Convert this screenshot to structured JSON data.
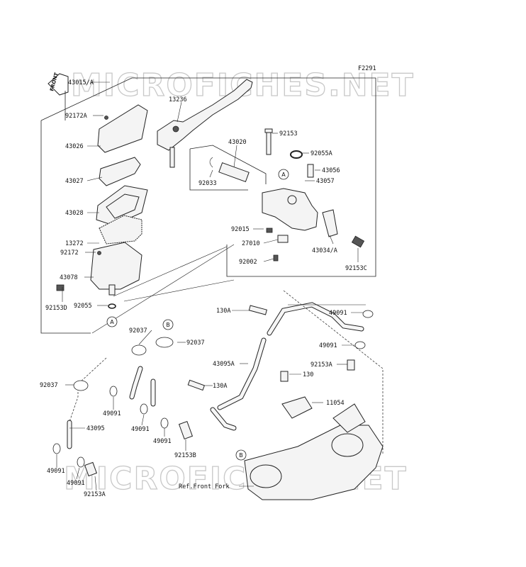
{
  "figure_code": "F2291",
  "watermark": "MICROFICHES.NET",
  "front_arrow_text": "FRONT",
  "reference_note": "Ref.Front Fork",
  "callouts": [
    "A",
    "A",
    "B",
    "B"
  ],
  "parts": {
    "p43015A": "43015/A",
    "p13236": "13236",
    "p92172A": "92172A",
    "p43026": "43026",
    "p43020": "43020",
    "p92153": "92153",
    "p92055A": "92055A",
    "p43027": "43027",
    "p92033": "92033",
    "p43056": "43056",
    "p43057": "43057",
    "p43028": "43028",
    "p92015": "92015",
    "p13272": "13272",
    "p27010": "27010",
    "p92172": "92172",
    "p43034A": "43034/A",
    "p92002": "92002",
    "p92153C": "92153C",
    "p43078": "43078",
    "p92153D": "92153D",
    "p92055": "92055",
    "p130A_top": "130A",
    "p49091_a": "49091",
    "p92037_a": "92037",
    "p92037_b": "92037",
    "p49091_b": "49091",
    "p43095A": "43095A",
    "p92153A_a": "92153A",
    "p130": "130",
    "p92037_c": "92037",
    "p130A_mid": "130A",
    "p11054": "11054",
    "p49091_c": "49091",
    "p43095": "43095",
    "p49091_d": "49091",
    "p49091_e": "49091",
    "p92153B": "92153B",
    "p49091_f": "49091",
    "p49091_g": "49091",
    "p92153A_b": "92153A"
  }
}
